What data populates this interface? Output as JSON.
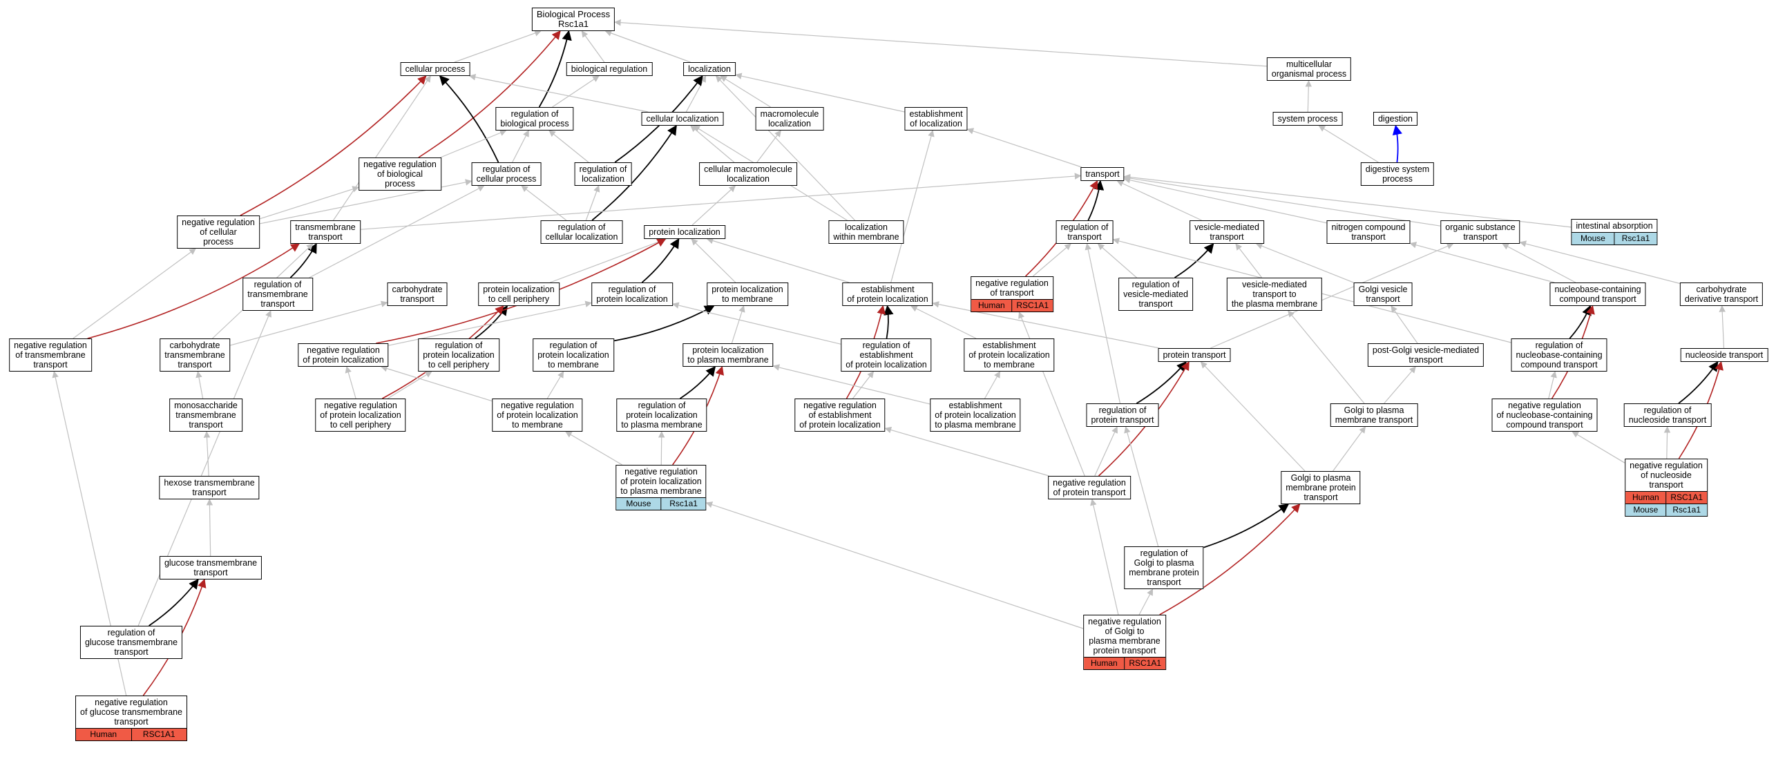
{
  "colors": {
    "is_a": "#c0c0c0",
    "regulates": "#000000",
    "negatively_regulates": "#b22222",
    "part_of": "#0000ff",
    "human": "#f05a45",
    "mouse": "#add8e6"
  },
  "nodes": [
    {
      "id": "bp",
      "label": "Biological Process\nRsc1a1"
    },
    {
      "id": "cp",
      "label": "cellular process"
    },
    {
      "id": "breg",
      "label": "biological regulation"
    },
    {
      "id": "loc",
      "label": "localization"
    },
    {
      "id": "mop",
      "label": "multicellular\norganismal process"
    },
    {
      "id": "rbp",
      "label": "regulation of\nbiological process"
    },
    {
      "id": "cloc",
      "label": "cellular localization"
    },
    {
      "id": "mloc",
      "label": "macromolecule\nlocalization"
    },
    {
      "id": "eloc",
      "label": "establishment\nof localization"
    },
    {
      "id": "sysp",
      "label": "system process"
    },
    {
      "id": "dig",
      "label": "digestion"
    },
    {
      "id": "nrbp",
      "label": "negative regulation\nof biological\nprocess"
    },
    {
      "id": "rcp",
      "label": "regulation of\ncellular process"
    },
    {
      "id": "rloc",
      "label": "regulation of\nlocalization"
    },
    {
      "id": "cmloc",
      "label": "cellular macromolecule\nlocalization"
    },
    {
      "id": "transport",
      "label": "transport"
    },
    {
      "id": "dsp",
      "label": "digestive system\nprocess"
    },
    {
      "id": "nrcp",
      "label": "negative regulation\nof cellular\nprocess"
    },
    {
      "id": "tmt",
      "label": "transmembrane\ntransport"
    },
    {
      "id": "rcloc",
      "label": "regulation of\ncellular localization"
    },
    {
      "id": "ploc",
      "label": "protein localization"
    },
    {
      "id": "lwm",
      "label": "localization\nwithin membrane"
    },
    {
      "id": "rtr",
      "label": "regulation of\ntransport"
    },
    {
      "id": "vmt",
      "label": "vesicle-mediated\ntransport"
    },
    {
      "id": "nct",
      "label": "nitrogen compound\ntransport"
    },
    {
      "id": "ost",
      "label": "organic substance\ntransport"
    },
    {
      "id": "ia",
      "label": "intestinal absorption",
      "tags": [
        {
          "t": "Mouse",
          "c": "mouse"
        },
        {
          "t": "Rsc1a1",
          "c": "mouse"
        }
      ]
    },
    {
      "id": "rtmt",
      "label": "regulation of\ntransmembrane\ntransport"
    },
    {
      "id": "cht",
      "label": "carbohydrate\ntransport"
    },
    {
      "id": "plcp",
      "label": "protein localization\nto cell periphery"
    },
    {
      "id": "rploc",
      "label": "regulation of\nprotein localization"
    },
    {
      "id": "pltm",
      "label": "protein localization\nto membrane"
    },
    {
      "id": "eploc",
      "label": "establishment\nof protein localization"
    },
    {
      "id": "nrtr",
      "label": "negative regulation\nof transport",
      "tags": [
        {
          "t": "Human",
          "c": "human"
        },
        {
          "t": "RSC1A1",
          "c": "human"
        }
      ]
    },
    {
      "id": "rvmt",
      "label": "regulation of\nvesicle-mediated\ntransport"
    },
    {
      "id": "vmtpm",
      "label": "vesicle-mediated\ntransport to\nthe plasma membrane"
    },
    {
      "id": "gvt",
      "label": "Golgi vesicle\ntransport"
    },
    {
      "id": "nbct",
      "label": "nucleobase-containing\ncompound transport"
    },
    {
      "id": "cdt",
      "label": "carbohydrate\nderivative transport"
    },
    {
      "id": "nrtmt",
      "label": "negative regulation\nof transmembrane\ntransport"
    },
    {
      "id": "chtmt",
      "label": "carbohydrate\ntransmembrane\ntransport"
    },
    {
      "id": "nrploc",
      "label": "negative regulation\nof protein localization"
    },
    {
      "id": "rplcp",
      "label": "regulation of\nprotein localization\nto cell periphery"
    },
    {
      "id": "rpltm",
      "label": "regulation of\nprotein localization\nto membrane"
    },
    {
      "id": "pltpm",
      "label": "protein localization\nto plasma membrane"
    },
    {
      "id": "reploc",
      "label": "regulation of\nestablishment\nof protein localization"
    },
    {
      "id": "epltm",
      "label": "establishment\nof protein localization\nto membrane"
    },
    {
      "id": "pt",
      "label": "protein transport"
    },
    {
      "id": "pgvmt",
      "label": "post-Golgi vesicle-mediated\ntransport"
    },
    {
      "id": "rnbct",
      "label": "regulation of\nnucleobase-containing\ncompound transport"
    },
    {
      "id": "nst",
      "label": "nucleoside transport"
    },
    {
      "id": "mstmt",
      "label": "monosaccharide\ntransmembrane\ntransport"
    },
    {
      "id": "nrplcp",
      "label": "negative regulation\nof protein localization\nto cell periphery"
    },
    {
      "id": "nrpltm",
      "label": "negative regulation\nof protein localization\nto membrane"
    },
    {
      "id": "rpltpm",
      "label": "regulation of\nprotein localization\nto plasma membrane"
    },
    {
      "id": "nreploc",
      "label": "negative regulation\nof establishment\nof protein localization"
    },
    {
      "id": "epltpm",
      "label": "establishment\nof protein localization\nto plasma membrane"
    },
    {
      "id": "rpt",
      "label": "regulation of\nprotein transport"
    },
    {
      "id": "gtpm",
      "label": "Golgi to plasma\nmembrane transport"
    },
    {
      "id": "nrnbct",
      "label": "negative regulation\nof nucleobase-containing\ncompound transport"
    },
    {
      "id": "rnst",
      "label": "regulation of\nnucleoside transport"
    },
    {
      "id": "hext",
      "label": "hexose transmembrane\ntransport"
    },
    {
      "id": "nrpltpm",
      "label": "negative regulation\nof protein localization\nto plasma membrane",
      "tags": [
        {
          "t": "Mouse",
          "c": "mouse"
        },
        {
          "t": "Rsc1a1",
          "c": "mouse"
        }
      ]
    },
    {
      "id": "nrpt",
      "label": "negative regulation\nof protein transport"
    },
    {
      "id": "gtpmpt",
      "label": "Golgi to plasma\nmembrane protein\ntransport"
    },
    {
      "id": "nrnst",
      "label": "negative regulation\nof nucleoside\ntransport",
      "tags": [
        {
          "t": "Human",
          "c": "human"
        },
        {
          "t": "RSC1A1",
          "c": "human"
        },
        {
          "t": "Mouse",
          "c": "mouse"
        },
        {
          "t": "Rsc1a1",
          "c": "mouse"
        }
      ]
    },
    {
      "id": "glut",
      "label": "glucose transmembrane\ntransport"
    },
    {
      "id": "rgtpmpt",
      "label": "regulation of\nGolgi to plasma\nmembrane protein\ntransport"
    },
    {
      "id": "rglut",
      "label": "regulation of\nglucose transmembrane\ntransport"
    },
    {
      "id": "nrgtpmpt",
      "label": "negative regulation\nof Golgi to\nplasma membrane\nprotein transport",
      "tags": [
        {
          "t": "Human",
          "c": "human"
        },
        {
          "t": "RSC1A1",
          "c": "human"
        }
      ]
    },
    {
      "id": "nrglut",
      "label": "negative regulation\nof glucose transmembrane\ntransport",
      "tags": [
        {
          "t": "Human",
          "c": "human"
        },
        {
          "t": "RSC1A1",
          "c": "human"
        }
      ]
    }
  ],
  "edges": [
    [
      "cp",
      "bp",
      "is_a"
    ],
    [
      "breg",
      "bp",
      "is_a"
    ],
    [
      "loc",
      "bp",
      "is_a"
    ],
    [
      "mop",
      "bp",
      "is_a"
    ],
    [
      "rbp",
      "bp",
      "regulates"
    ],
    [
      "nrbp",
      "bp",
      "negatively_regulates"
    ],
    [
      "rbp",
      "breg",
      "is_a"
    ],
    [
      "cloc",
      "loc",
      "is_a"
    ],
    [
      "mloc",
      "loc",
      "is_a"
    ],
    [
      "eloc",
      "loc",
      "is_a"
    ],
    [
      "cloc",
      "cp",
      "is_a"
    ],
    [
      "rcp",
      "cp",
      "regulates"
    ],
    [
      "nrcp",
      "cp",
      "negatively_regulates"
    ],
    [
      "tmt",
      "cp",
      "is_a"
    ],
    [
      "rloc",
      "loc",
      "regulates"
    ],
    [
      "sysp",
      "mop",
      "is_a"
    ],
    [
      "dsp",
      "sysp",
      "is_a"
    ],
    [
      "dsp",
      "dig",
      "part_of"
    ],
    [
      "nrbp",
      "rbp",
      "is_a"
    ],
    [
      "rcp",
      "rbp",
      "is_a"
    ],
    [
      "rloc",
      "rbp",
      "is_a"
    ],
    [
      "cmloc",
      "cloc",
      "is_a"
    ],
    [
      "cmloc",
      "mloc",
      "is_a"
    ],
    [
      "transport",
      "eloc",
      "is_a"
    ],
    [
      "nrcp",
      "nrbp",
      "is_a"
    ],
    [
      "nrcp",
      "rcp",
      "is_a"
    ],
    [
      "rcloc",
      "rcp",
      "is_a"
    ],
    [
      "rcloc",
      "rloc",
      "is_a"
    ],
    [
      "rcloc",
      "cloc",
      "regulates"
    ],
    [
      "ploc",
      "cmloc",
      "is_a"
    ],
    [
      "lwm",
      "cloc",
      "is_a"
    ],
    [
      "rtr",
      "transport",
      "regulates"
    ],
    [
      "vmt",
      "transport",
      "is_a"
    ],
    [
      "nct",
      "transport",
      "is_a"
    ],
    [
      "ost",
      "transport",
      "is_a"
    ],
    [
      "ia",
      "transport",
      "is_a"
    ],
    [
      "nrtr",
      "transport",
      "negatively_regulates"
    ],
    [
      "tmt",
      "transport",
      "is_a"
    ],
    [
      "rtmt",
      "tmt",
      "regulates"
    ],
    [
      "rtmt",
      "rcp",
      "is_a"
    ],
    [
      "nrtmt",
      "tmt",
      "negatively_regulates"
    ],
    [
      "nrtmt",
      "nrcp",
      "is_a"
    ],
    [
      "rploc",
      "ploc",
      "regulates"
    ],
    [
      "plcp",
      "ploc",
      "is_a"
    ],
    [
      "pltm",
      "ploc",
      "is_a"
    ],
    [
      "eploc",
      "ploc",
      "is_a"
    ],
    [
      "rvmt",
      "vmt",
      "regulates"
    ],
    [
      "rvmt",
      "rtr",
      "is_a"
    ],
    [
      "nrtr",
      "rtr",
      "is_a"
    ],
    [
      "vmtpm",
      "vmt",
      "is_a"
    ],
    [
      "gvt",
      "vmt",
      "is_a"
    ],
    [
      "nbct",
      "nct",
      "is_a"
    ],
    [
      "nbct",
      "ost",
      "is_a"
    ],
    [
      "cdt",
      "ost",
      "is_a"
    ],
    [
      "pt",
      "ost",
      "is_a"
    ],
    [
      "rplcp",
      "plcp",
      "regulates"
    ],
    [
      "rpltm",
      "pltm",
      "regulates"
    ],
    [
      "pltpm",
      "pltm",
      "is_a"
    ],
    [
      "eploc",
      "eloc",
      "is_a"
    ],
    [
      "reploc",
      "eploc",
      "regulates"
    ],
    [
      "epltm",
      "eploc",
      "is_a"
    ],
    [
      "pt",
      "eploc",
      "is_a"
    ],
    [
      "nreploc",
      "eploc",
      "negatively_regulates"
    ],
    [
      "nrplcp",
      "plcp",
      "negatively_regulates"
    ],
    [
      "nrploc",
      "rploc",
      "is_a"
    ],
    [
      "nrploc",
      "ploc",
      "negatively_regulates"
    ],
    [
      "pgvmt",
      "gvt",
      "is_a"
    ],
    [
      "rnbct",
      "nbct",
      "regulates"
    ],
    [
      "nrnbct",
      "nbct",
      "negatively_regulates"
    ],
    [
      "nst",
      "cdt",
      "is_a"
    ],
    [
      "chtmt",
      "cht",
      "is_a"
    ],
    [
      "chtmt",
      "tmt",
      "is_a"
    ],
    [
      "mstmt",
      "chtmt",
      "is_a"
    ],
    [
      "hext",
      "mstmt",
      "is_a"
    ],
    [
      "glut",
      "hext",
      "is_a"
    ],
    [
      "rglut",
      "glut",
      "regulates"
    ],
    [
      "rglut",
      "rtmt",
      "is_a"
    ],
    [
      "nrglut",
      "glut",
      "negatively_regulates"
    ],
    [
      "nrglut",
      "nrtmt",
      "is_a"
    ],
    [
      "rpltpm",
      "pltpm",
      "regulates"
    ],
    [
      "nrpltpm",
      "pltpm",
      "negatively_regulates"
    ],
    [
      "nrpltpm",
      "nrpltm",
      "is_a"
    ],
    [
      "nrpltpm",
      "rpltpm",
      "is_a"
    ],
    [
      "nrpltm",
      "rpltm",
      "is_a"
    ],
    [
      "nrpltm",
      "nrploc",
      "is_a"
    ],
    [
      "nrplcp",
      "rplcp",
      "is_a"
    ],
    [
      "nrplcp",
      "nrploc",
      "is_a"
    ],
    [
      "rpt",
      "pt",
      "regulates"
    ],
    [
      "nrpt",
      "pt",
      "negatively_regulates"
    ],
    [
      "nrpt",
      "rpt",
      "is_a"
    ],
    [
      "nrpt",
      "nreploc",
      "is_a"
    ],
    [
      "nrpt",
      "nrtr",
      "is_a"
    ],
    [
      "gtpm",
      "pgvmt",
      "is_a"
    ],
    [
      "gtpm",
      "vmtpm",
      "is_a"
    ],
    [
      "gtpmpt",
      "gtpm",
      "is_a"
    ],
    [
      "gtpmpt",
      "pt",
      "is_a"
    ],
    [
      "rgtpmpt",
      "gtpmpt",
      "regulates"
    ],
    [
      "rgtpmpt",
      "rpt",
      "is_a"
    ],
    [
      "nrgtpmpt",
      "rgtpmpt",
      "is_a"
    ],
    [
      "nrgtpmpt",
      "nrpt",
      "is_a"
    ],
    [
      "nrgtpmpt",
      "gtpmpt",
      "negatively_regulates"
    ],
    [
      "nrgtpmpt",
      "nrpltpm",
      "is_a"
    ],
    [
      "rnst",
      "nst",
      "regulates"
    ],
    [
      "nrnst",
      "rnst",
      "is_a"
    ],
    [
      "nrnst",
      "nst",
      "negatively_regulates"
    ],
    [
      "nrnst",
      "nrnbct",
      "is_a"
    ],
    [
      "rnbct",
      "rtr",
      "is_a"
    ],
    [
      "nrnbct",
      "rnbct",
      "is_a"
    ],
    [
      "epltpm",
      "epltm",
      "is_a"
    ],
    [
      "epltpm",
      "pltpm",
      "is_a"
    ],
    [
      "nreploc",
      "reploc",
      "is_a"
    ],
    [
      "reploc",
      "rploc",
      "is_a"
    ],
    [
      "rpt",
      "rtr",
      "is_a"
    ],
    [
      "lwm",
      "loc",
      "is_a"
    ]
  ]
}
